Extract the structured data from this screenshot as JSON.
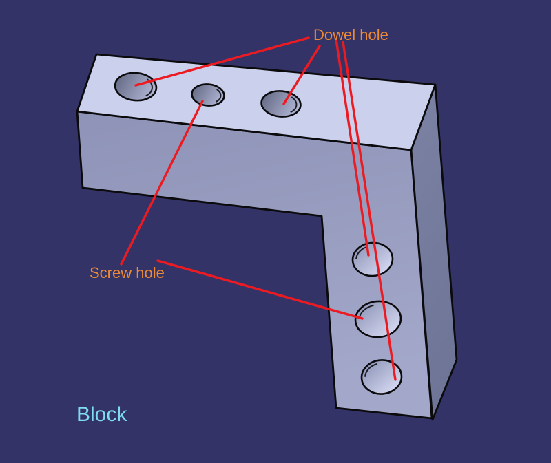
{
  "viewport": {
    "labels": {
      "dowel_hole": "Dowel hole",
      "screw_hole": "Screw hole",
      "part_name": "Block"
    },
    "colors": {
      "background": "#343367",
      "annotation_text": "#EE8A35",
      "part_name_text": "#7FDBEF",
      "leader_line": "#EC1B22",
      "edge": "#0B0B0D",
      "face_top": "#CBD0ED",
      "face_front_dark": "#8E93B7",
      "face_front_light": "#A3A8CA",
      "face_side_dark": "#6F7597",
      "face_side_light": "#7C82A4",
      "hole_top_dark": "#666B86",
      "hole_top_light": "#B3B9D8",
      "hole_front_dark": "#8990B3",
      "hole_front_light": "#DDE0F8"
    }
  }
}
